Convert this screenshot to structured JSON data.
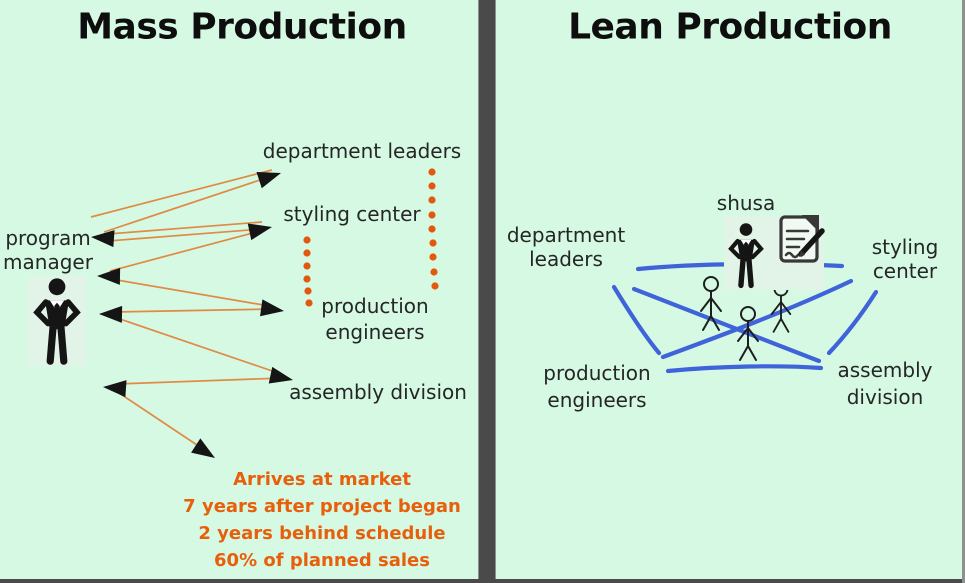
{
  "left": {
    "title": "Mass Production",
    "program_manager": "program\nmanager",
    "nodes": {
      "department_leaders": "department leaders",
      "styling_center": "styling center",
      "production_engineers": "production\nengineers",
      "assembly_division": "assembly division"
    },
    "outcome": "Arrives at market\n7 years after project began\n2 years behind schedule\n60% of planned sales"
  },
  "right": {
    "title": "Lean Production",
    "shusa": "shusa",
    "nodes": {
      "department_leaders": "department\nleaders",
      "styling_center": "styling\ncenter",
      "production_engineers": "production\nengineers",
      "assembly_division": "assembly\ndivision"
    }
  },
  "icons": {
    "program_manager_icon": "businessman-silhouette",
    "shusa_icon": "businessman-silhouette",
    "document_icon": "document-with-pen",
    "team_icon": "stick-figures"
  },
  "colors": {
    "bg": "#d5f9e3",
    "divider": "#4a4a4a",
    "text": "#262626",
    "orange_line": "#e08a45",
    "orange_dot": "#e2580c",
    "orange_text": "#e85f0b",
    "blue": "#3f63d9",
    "ink": "#151515"
  }
}
